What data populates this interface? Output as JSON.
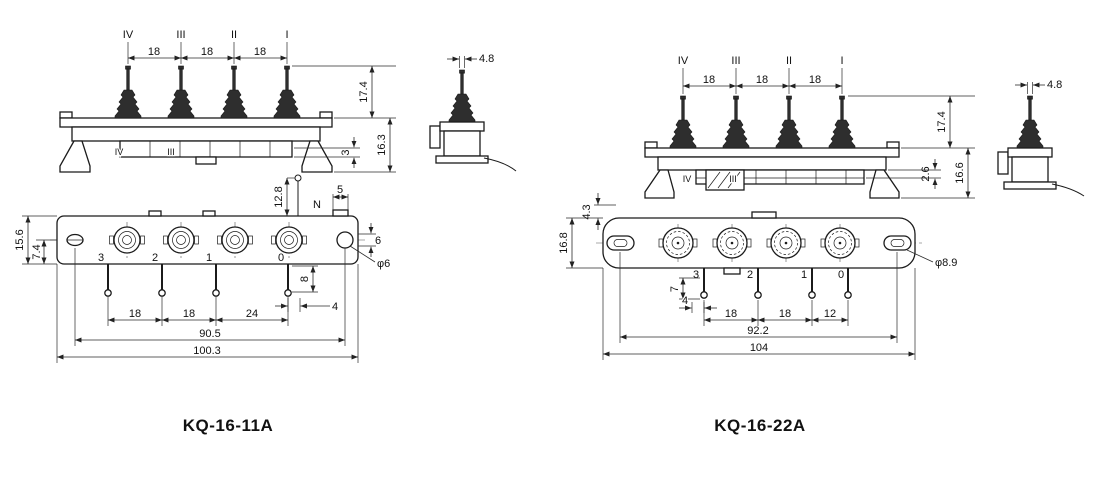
{
  "page": {
    "background": "#ffffff",
    "ink": "#1b1b1b"
  },
  "left": {
    "title": "KQ-16-11A",
    "top_view": {
      "pos_labels": [
        "IV",
        "III",
        "II",
        "I"
      ],
      "pitch": [
        "18",
        "18",
        "18"
      ],
      "dim_stem_height": "17.4",
      "dim_step": "3",
      "dim_body_height": "16.3",
      "body_labels": [
        "IV",
        "III"
      ]
    },
    "side_view": {
      "dim_pin_width": "4.8"
    },
    "plan_view": {
      "dim_height": "15.6",
      "dim_center": "7.4",
      "dim_tab_rise": "12.8",
      "dim_tab_width": "5",
      "neutral_label": "N",
      "dim_slot": "6",
      "dim_term_length": "8",
      "dim_term_offset": "4",
      "dim_hole": "φ6",
      "terminal_labels": [
        "3",
        "2",
        "1",
        "0"
      ],
      "pitch": [
        "18",
        "18",
        "24"
      ],
      "dim_mount_span": "90.5",
      "dim_overall": "100.3"
    }
  },
  "right": {
    "title": "KQ-16-22A",
    "top_view": {
      "pos_labels": [
        "IV",
        "III",
        "II",
        "I"
      ],
      "pitch": [
        "18",
        "18",
        "18"
      ],
      "dim_stem_height": "17.4",
      "dim_step": "2.6",
      "dim_body_height": "16.6",
      "body_labels": [
        "IV",
        "III"
      ]
    },
    "side_view": {
      "dim_pin_width": "4.8"
    },
    "plan_view": {
      "dim_height": "16.8",
      "dim_top_offset": "4.3",
      "dim_term_rise": "7",
      "dim_term_offset": "4",
      "dim_hole": "φ8.9",
      "terminal_labels": [
        "3",
        "2",
        "1",
        "0"
      ],
      "pitch": [
        "18",
        "18",
        "12"
      ],
      "dim_mount_span": "92.2",
      "dim_overall": "104"
    }
  }
}
